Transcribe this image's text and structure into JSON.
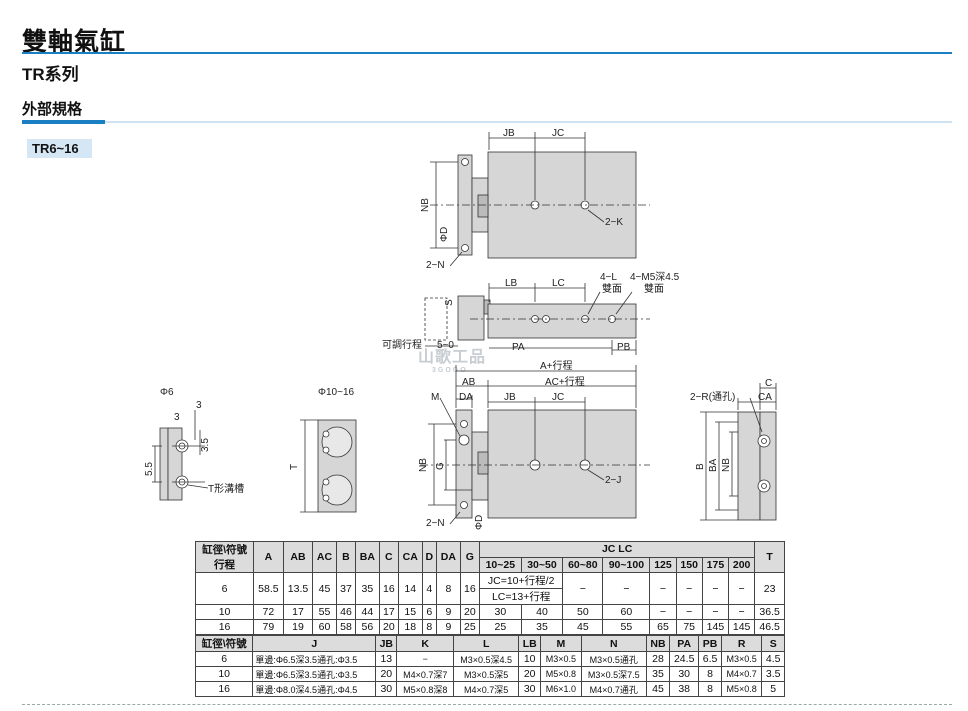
{
  "header": {
    "title": "雙軸氣缸",
    "series": "TR系列",
    "section": "外部規格",
    "model": "TR6~16"
  },
  "watermark": {
    "main": "山歌工品",
    "sub": "3GOGO"
  },
  "drawing_labels": {
    "JB": "JB",
    "JC": "JC",
    "NB": "NB",
    "D": "ΦD",
    "K2": "2−K",
    "N2": "2−N",
    "LB": "LB",
    "LC": "LC",
    "L4": "4−L",
    "M5": "4−M5深4.5",
    "both1": "雙面",
    "both2": "雙面",
    "S": "S",
    "adj": "可調行程",
    "range": "5~0",
    "PA": "PA",
    "PB": "PB",
    "Aplus": "A+行程",
    "AB": "AB",
    "ACplus": "AC+行程",
    "M": "M",
    "DA": "DA",
    "G": "G",
    "J2": "2−J",
    "phi6": "Φ6",
    "phi1016": "Φ10~16",
    "three_a": "3",
    "three_b": "3",
    "three5": "3.5",
    "five5": "5.5",
    "tslot": "T形溝槽",
    "T": "T",
    "C": "C",
    "CA": "CA",
    "R2": "2−R(通孔)",
    "B": "B",
    "BA": "BA",
    "NB2": "NB"
  },
  "table1": {
    "h_bore": "缸徑\\符號",
    "h_stroke": "行程",
    "cols": [
      "A",
      "AB",
      "AC",
      "B",
      "BA",
      "C",
      "CA",
      "D",
      "DA",
      "G"
    ],
    "jclc": "JC  LC",
    "T": "T",
    "strokes": [
      "10~25",
      "30~50",
      "60~80",
      "90~100",
      "125",
      "150",
      "175",
      "200"
    ],
    "rows": [
      {
        "bore": "6",
        "vals": [
          "58.5",
          "13.5",
          "45",
          "37",
          "35",
          "16",
          "14",
          "4",
          "8",
          "16"
        ],
        "jc": "JC=10+行程/2",
        "lc": "LC=13+行程",
        "dash": [
          "−",
          "−",
          "−",
          "−",
          "−",
          "−"
        ],
        "T": "23"
      },
      {
        "bore": "10",
        "vals": [
          "72",
          "17",
          "55",
          "46",
          "44",
          "17",
          "15",
          "6",
          "9",
          "20"
        ],
        "s": [
          "30",
          "40",
          "50",
          "60",
          "−",
          "−",
          "−",
          "−"
        ],
        "T": "36.5"
      },
      {
        "bore": "16",
        "vals": [
          "79",
          "19",
          "60",
          "58",
          "56",
          "20",
          "18",
          "8",
          "9",
          "25"
        ],
        "s": [
          "25",
          "35",
          "45",
          "55",
          "65",
          "75",
          "145",
          "145"
        ],
        "T": "46.5"
      }
    ]
  },
  "table2": {
    "cols": [
      "缸徑\\符號",
      "J",
      "JB",
      "K",
      "L",
      "LB",
      "M",
      "N",
      "NB",
      "PA",
      "PB",
      "R",
      "S"
    ],
    "rows": [
      [
        "6",
        "單邊:Φ6.5深3.5通孔:Φ3.5",
        "13",
        "−",
        "M3×0.5深4.5",
        "10",
        "M3×0.5",
        "M3×0.5通孔",
        "28",
        "24.5",
        "6.5",
        "M3×0.5",
        "4.5"
      ],
      [
        "10",
        "單邊:Φ6.5深3.5通孔:Φ3.5",
        "20",
        "M4×0.7深7",
        "M3×0.5深5",
        "20",
        "M5×0.8",
        "M3×0.5深7.5",
        "35",
        "30",
        "8",
        "M4×0.7",
        "3.5"
      ],
      [
        "16",
        "單邊:Φ8.0深4.5通孔:Φ4.5",
        "30",
        "M5×0.8深8",
        "M4×0.7深5",
        "30",
        "M6×1.0",
        "M4×0.7通孔",
        "45",
        "38",
        "8",
        "M5×0.8",
        "5"
      ]
    ]
  },
  "colors": {
    "accent": "#1b7fc4",
    "body": "#d6d6d6",
    "line": "#333333"
  }
}
